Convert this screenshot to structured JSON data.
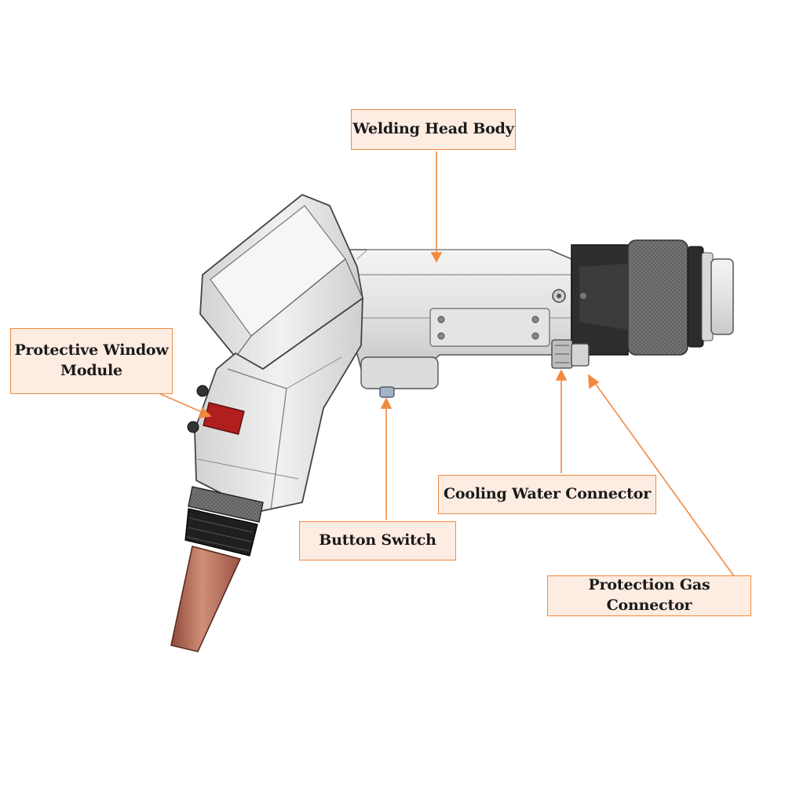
{
  "labels": {
    "welding_head_body": "Welding Head Body",
    "protective_window_line1": "Protective Window",
    "protective_window_line2": "Module",
    "cooling_water_connector": "Cooling Water Connector",
    "button_switch": "Button Switch",
    "protection_gas_connector": "Protection Gas Connector"
  },
  "colors": {
    "callout_border": "#f08a40",
    "callout_fill": "#fdece1",
    "leader_line": "#f08a40",
    "body_metal": "#dcdcdc",
    "nozzle_copper": "#b86a55",
    "window_red": "#b01e1e",
    "knurl_dark": "#2b2b2b"
  }
}
